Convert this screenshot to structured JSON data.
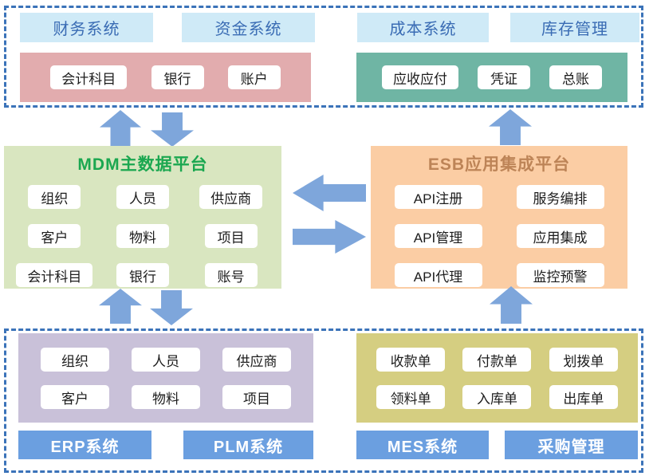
{
  "top_section": {
    "system_headers": [
      "财务系统",
      "资金系统",
      "成本系统",
      "库存管理"
    ],
    "finance_group_items": [
      "会计科目",
      "银行",
      "账户"
    ],
    "cost_group_items": [
      "应收应付",
      "凭证",
      "总账"
    ]
  },
  "mdm_platform": {
    "title": "MDM主数据平台",
    "items": [
      "组织",
      "人员",
      "供应商",
      "客户",
      "物料",
      "项目",
      "会计科目",
      "银行",
      "账号"
    ]
  },
  "esb_platform": {
    "title": "ESB应用集成平台",
    "items": [
      "API注册",
      "服务编排",
      "API管理",
      "应用集成",
      "API代理",
      "监控预警"
    ]
  },
  "bottom_section": {
    "erp_plm_group_items": [
      "组织",
      "人员",
      "供应商",
      "客户",
      "物料",
      "项目"
    ],
    "mes_purchase_group_items": [
      "收款单",
      "付款单",
      "划拨单",
      "领料单",
      "入库单",
      "出库单"
    ],
    "system_buttons": [
      "ERP系统",
      "PLM系统",
      "MES系统",
      "采购管理"
    ]
  },
  "colors": {
    "dashed_border": "#3b73b9",
    "header_bg": "#cfeaf7",
    "header_text": "#3a6cb4",
    "finance_group_bg": "#e2acae",
    "cost_group_bg": "#6fb5a4",
    "mdm_bg": "#d9e6c0",
    "mdm_title": "#1ba750",
    "esb_bg": "#fbcda4",
    "esb_title": "#bd8457",
    "erp_plm_group_bg": "#c9c1d9",
    "mes_purchase_group_bg": "#d5ce81",
    "system_button_bg": "#6b9fe0",
    "arrow": "#7ea6db"
  }
}
